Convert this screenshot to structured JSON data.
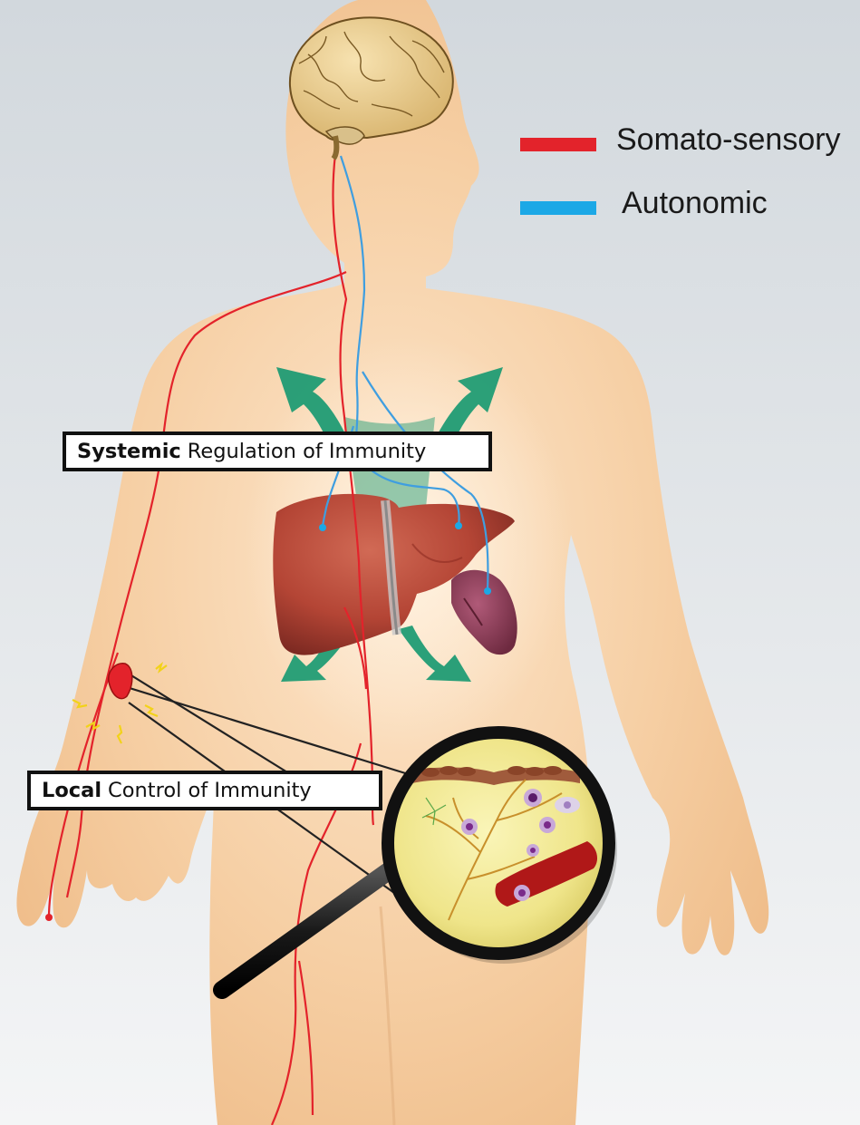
{
  "legend": {
    "items": [
      {
        "label": "Somato-sensory",
        "color": "#e3232b"
      },
      {
        "label": "Autonomic",
        "color": "#1ca8e6"
      }
    ]
  },
  "callouts": {
    "systemic": {
      "bold": "Systemic",
      "rest": "Regulation of Immunity"
    },
    "local": {
      "bold": "Local",
      "rest": "Control of Immunity"
    }
  },
  "colors": {
    "background_top": "#d2d8dd",
    "background_bottom": "#f4f5f6",
    "skin": "#f4c89a",
    "arrows": "#1a9a72",
    "liver": "#b8463a",
    "spleen": "#8e3a52",
    "magnifier_field": "#efe58a",
    "vessel": "#b01818"
  },
  "icons": [
    "brain-icon",
    "liver-icon",
    "spleen-icon",
    "magnifying-glass-icon",
    "inflamed-site-icon"
  ]
}
